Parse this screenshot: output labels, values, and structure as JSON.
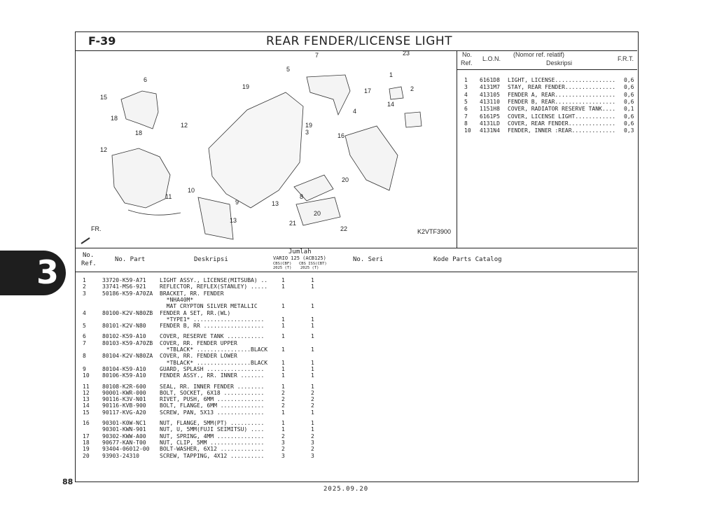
{
  "header": {
    "section": "F-39",
    "title": "REAR FENDER/LICENSE LIGHT"
  },
  "diagram": {
    "code": "K2VTF3900",
    "direction_label": "FR.",
    "callouts": [
      "1",
      "2",
      "3",
      "4",
      "5",
      "6",
      "7",
      "8",
      "9",
      "10",
      "11",
      "12",
      "12",
      "13",
      "13",
      "14",
      "15",
      "16",
      "17",
      "18",
      "18",
      "19",
      "19",
      "20",
      "20",
      "21",
      "22",
      "23"
    ]
  },
  "frt_panel": {
    "col_no": "No.",
    "col_ref": "Ref.",
    "col_lon": "L.O.N.",
    "col_desc_top": "(Nomor ref. relatif)",
    "col_desc": "Deskripsi",
    "col_frt": "F.R.T.",
    "rows": [
      {
        "no": "1",
        "lon": "6161D8",
        "desc": "LIGHT, LICENSE..................",
        "frt": "0,6"
      },
      {
        "no": "3",
        "lon": "4131M7",
        "desc": "STAY, REAR FENDER...............",
        "frt": "0,6"
      },
      {
        "no": "4",
        "lon": "413105",
        "desc": "FENDER A, REAR..................",
        "frt": "0,6"
      },
      {
        "no": "5",
        "lon": "413110",
        "desc": "FENDER B, REAR..................",
        "frt": "0,6"
      },
      {
        "no": "6",
        "lon": "1151H8",
        "desc": "COVER, RADIATOR RESERVE TANK....",
        "frt": "0,1"
      },
      {
        "no": "7",
        "lon": "6161P5",
        "desc": "COVER, LICENSE LIGHT............",
        "frt": "0,6"
      },
      {
        "no": "8",
        "lon": "4131LD",
        "desc": "COVER, REAR FENDER..............",
        "frt": "0,6"
      },
      {
        "no": "10",
        "lon": "4131N4",
        "desc": "FENDER, INNER :REAR.............",
        "frt": "0,3"
      }
    ]
  },
  "table_header": {
    "no": "No.",
    "ref": "Ref.",
    "part": "No. Part",
    "desc": "Deskripsi",
    "jumlah": "Jumlah",
    "model": "VARIO 125 (ACB125)",
    "var1": "CBS(CBF)",
    "var1_year": "2025 (T)",
    "var2": "CBS ISS(CBT)",
    "var2_year": "2025 (T)",
    "seri": "No. Seri",
    "catalog": "Kode Parts Catalog"
  },
  "parts": [
    {
      "ref": "1",
      "part": "33720-K59-A71",
      "desc": "LIGHT ASSY., LICENSE(MITSUBA) ..",
      "q1": "1",
      "q2": "1"
    },
    {
      "ref": "2",
      "part": "33741-MS6-921",
      "desc": "REFLECTOR, REFLEX(STANLEY) .....",
      "q1": "1",
      "q2": "1"
    },
    {
      "ref": "3",
      "part": "50186-K59-A70ZA",
      "desc": "BRACKET, RR. FENDER",
      "q1": "",
      "q2": ""
    },
    {
      "ref": "",
      "part": "",
      "desc": "  *NHA40M*",
      "q1": "",
      "q2": ""
    },
    {
      "ref": "",
      "part": "",
      "desc": "  MAT CRYPTON SILVER METALLIC",
      "q1": "1",
      "q2": "1"
    },
    {
      "ref": "4",
      "part": "80100-K2V-N80ZB",
      "desc": "FENDER A SET, RR.(WL)",
      "q1": "",
      "q2": ""
    },
    {
      "ref": "",
      "part": "",
      "desc": "  *TYPE1* .....................",
      "q1": "1",
      "q2": "1"
    },
    {
      "ref": "5",
      "part": "80101-K2V-N80",
      "desc": "FENDER B, RR ..................",
      "q1": "1",
      "q2": "1"
    },
    {
      "ref": "6",
      "part": "80102-K59-A10",
      "desc": "COVER, RESERVE TANK ...........",
      "q1": "1",
      "q2": "1"
    },
    {
      "ref": "7",
      "part": "80103-K59-A70ZB",
      "desc": "COVER, RR. FENDER UPPER",
      "q1": "",
      "q2": ""
    },
    {
      "ref": "",
      "part": "",
      "desc": "  *TBLACK* ................BLACK",
      "q1": "1",
      "q2": "1"
    },
    {
      "ref": "8",
      "part": "80104-K2V-N80ZA",
      "desc": "COVER, RR. FENDER LOWER",
      "q1": "",
      "q2": ""
    },
    {
      "ref": "",
      "part": "",
      "desc": "  *TBLACK* ................BLACK",
      "q1": "1",
      "q2": "1"
    },
    {
      "ref": "9",
      "part": "80104-K59-A10",
      "desc": "GUARD, SPLASH .................",
      "q1": "1",
      "q2": "1"
    },
    {
      "ref": "10",
      "part": "80106-K59-A10",
      "desc": "FENDER ASSY., RR. INNER .......",
      "q1": "1",
      "q2": "1"
    },
    {
      "ref": "11",
      "part": "80108-K2R-600",
      "desc": "SEAL, RR. INNER FENDER ........",
      "q1": "1",
      "q2": "1"
    },
    {
      "ref": "12",
      "part": "90001-KWR-000",
      "desc": "BOLT, SOCKET, 6X18 ............",
      "q1": "2",
      "q2": "2"
    },
    {
      "ref": "13",
      "part": "90116-K3V-N01",
      "desc": "RIVET, PUSH, 6MM ..............",
      "q1": "2",
      "q2": "2"
    },
    {
      "ref": "14",
      "part": "90116-KVB-900",
      "desc": "BOLT, FLANGE, 6MM .............",
      "q1": "2",
      "q2": "2"
    },
    {
      "ref": "15",
      "part": "90117-KVG-A20",
      "desc": "SCREW, PAN, 5X13 ..............",
      "q1": "1",
      "q2": "1"
    },
    {
      "ref": "16",
      "part": "90301-K0W-NC1",
      "desc": "NUT, FLANGE, 5MM(PT) ..........",
      "q1": "1",
      "q2": "1"
    },
    {
      "ref": "",
      "part": "90301-KWN-901",
      "desc": "NUT, U, 5MM(FUJI SEIMITSU) ....",
      "q1": "1",
      "q2": "1"
    },
    {
      "ref": "17",
      "part": "90302-KWW-A00",
      "desc": "NUT, SPRING, 4MM ..............",
      "q1": "2",
      "q2": "2"
    },
    {
      "ref": "18",
      "part": "90677-KAN-T00",
      "desc": "NUT, CLIP, 5MM ................",
      "q1": "3",
      "q2": "3"
    },
    {
      "ref": "19",
      "part": "93404-06012-00",
      "desc": "BOLT-WASHER, 6X12 .............",
      "q1": "2",
      "q2": "2"
    },
    {
      "ref": "20",
      "part": "93903-24310",
      "desc": "SCREW, TAPPING, 4X12 ..........",
      "q1": "3",
      "q2": "3"
    }
  ],
  "side_tab": "3",
  "page_number": "88",
  "footer_date": "2025.09.20"
}
